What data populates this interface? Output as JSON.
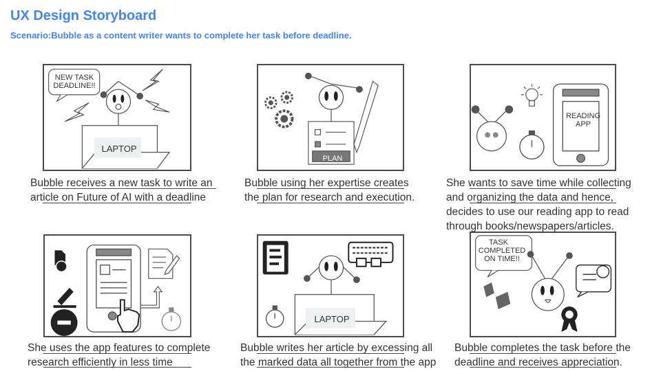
{
  "header": {
    "title": "UX Design Storyboard",
    "scenario": "Scenario:Bubble as a content writer wants to complete her task before deadline."
  },
  "panels": [
    {
      "bubble_line1": "NEW TASK",
      "bubble_line2": "DEADLINE!!",
      "screen_label": "LAPTOP",
      "caption_line1": "Bubble receives a new task to write an",
      "caption_line2": "article on Future of AI  with a deadline"
    },
    {
      "plan_label": "PLAN",
      "caption_line1": "Bubble using her expertise creates",
      "caption_line2": "the plan for research and execution."
    },
    {
      "app_line1": "READING",
      "app_line2": "APP",
      "caption_line1": "She wants to save time while collecting",
      "caption_line2": "and organizing the data and hence,",
      "caption_line3": "decides to use our reading app to read",
      "caption_line4": "through books/newspapers/articles."
    },
    {
      "caption_line1": "She uses the app features to complete",
      "caption_line2": "research efficiently in less time"
    },
    {
      "screen_label": "LAPTOP",
      "caption_line1": "Bubble writes her article by excessing all",
      "caption_line2": "the marked data all together from the app"
    },
    {
      "bubble_line1": "TASK",
      "bubble_line2": "COMPLETED",
      "bubble_line3": "ON TIME!!",
      "caption_line1": "Bubble completes the task before the",
      "caption_line2": "deadline and receives appreciation."
    }
  ]
}
